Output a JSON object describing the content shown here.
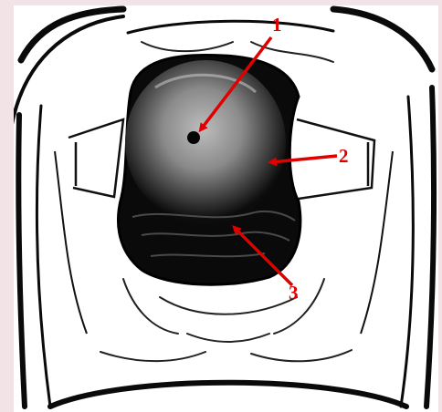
{
  "annotations": [
    {
      "label": "1",
      "target": "center-spot"
    },
    {
      "label": "2",
      "target": "right-edge"
    },
    {
      "label": "3",
      "target": "lower-dark-region"
    }
  ],
  "colors": {
    "arrow": "#e00000",
    "background": "#f2e4e6",
    "dark": "#0a0a0a"
  }
}
